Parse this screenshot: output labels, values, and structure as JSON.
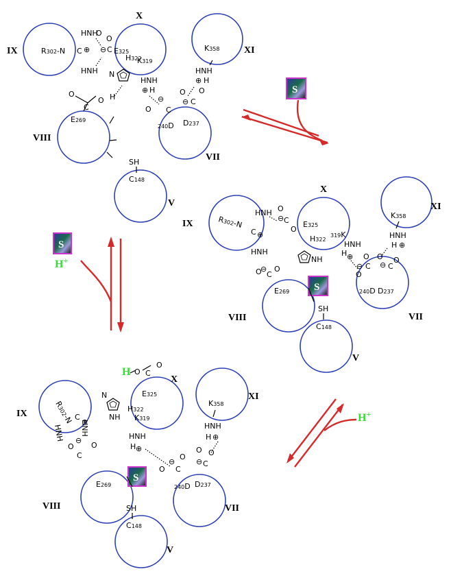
{
  "colors": {
    "domain_circle": "#2c3fb5",
    "equilibrium_arrow": "#d42a2a",
    "proton": "#33dd33",
    "substrate_border": "#cc33cc"
  },
  "icons": {
    "substrate": "substrate-square-icon",
    "imidazole": "imidazole-ring-icon"
  },
  "domain_labels": {
    "IX": "IX",
    "X": "X",
    "XI": "XI",
    "VIII": "VIII",
    "VII": "VII",
    "V": "V"
  },
  "residues": {
    "R302_main": "R",
    "R302_sub": "302",
    "R302_tail": "-N",
    "E325_main": "E",
    "E325_sub": "325",
    "K319_main": "K",
    "K319_sub": "319",
    "H322_main": "H",
    "H322_sub": "322",
    "K358_main": "K",
    "K358_sub": "358",
    "E269_main": "E",
    "E269_sub": "269",
    "C148_main": "C",
    "C148_sub": "148",
    "D240_sub": "240",
    "D240_main": "D",
    "D237_main": "D",
    "D237_sub": "237"
  },
  "groups": {
    "HNH": "HNH",
    "SH": "SH",
    "NH": "NH",
    "N": "N",
    "H": "H",
    "O": "O",
    "C": "C",
    "OH": "O",
    "plus": "⊕",
    "minus": "⊖"
  },
  "substrate_symbol": "S",
  "proton": {
    "symbol": "H",
    "charge": "+"
  }
}
